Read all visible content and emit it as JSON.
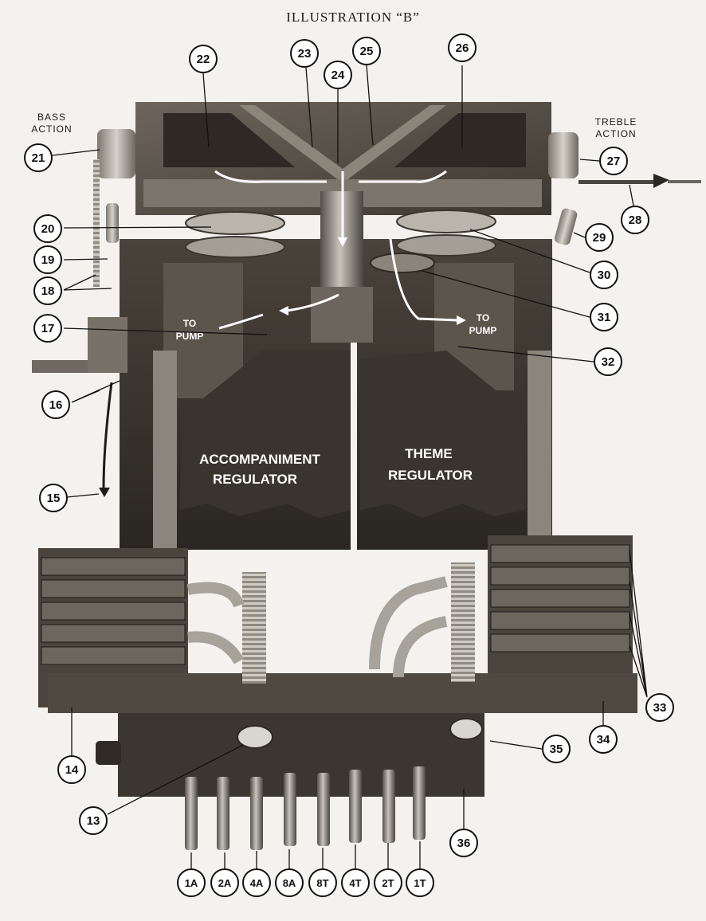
{
  "title": "ILLUSTRATION “B”",
  "labels": {
    "bass_action": [
      "BASS",
      "ACTION"
    ],
    "treble_action": [
      "TREBLE",
      "ACTION"
    ],
    "to_pump_left": [
      "TO",
      "PUMP"
    ],
    "to_pump_right": [
      "TO",
      "PUMP"
    ],
    "accompaniment_regulator": [
      "ACCOMPANIMENT",
      "REGULATOR"
    ],
    "theme_regulator": [
      "THEME",
      "REGULATOR"
    ]
  },
  "callouts": [
    "13",
    "14",
    "15",
    "16",
    "17",
    "18",
    "19",
    "20",
    "21",
    "22",
    "23",
    "24",
    "25",
    "26",
    "27",
    "28",
    "29",
    "30",
    "31",
    "32",
    "33",
    "34",
    "35",
    "36"
  ],
  "tube_labels": [
    "1A",
    "2A",
    "4A",
    "8A",
    "8T",
    "4T",
    "2T",
    "1T"
  ]
}
